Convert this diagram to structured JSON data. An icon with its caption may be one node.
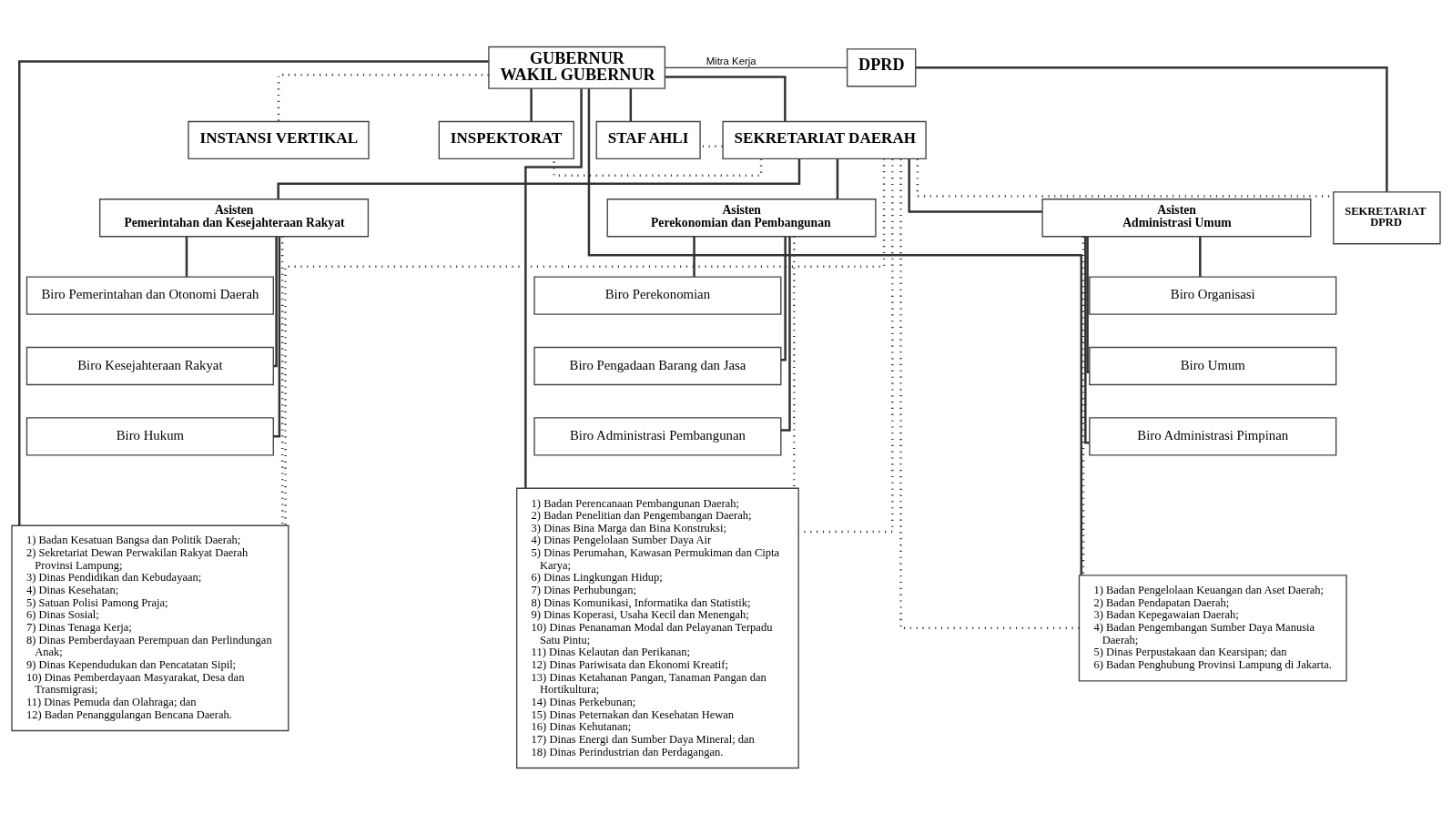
{
  "diagram": {
    "nodes": [
      {
        "text": [
          "GUBERNUR",
          "WAKIL GUBERNUR"
        ]
      },
      {
        "text": [
          "DPRD"
        ]
      },
      {
        "text": [
          "INSTANSI VERTIKAL"
        ]
      },
      {
        "text": [
          "INSPEKTORAT"
        ]
      },
      {
        "text": [
          "STAF AHLI"
        ]
      },
      {
        "text": [
          "SEKRETARIAT DAERAH"
        ]
      },
      {
        "text": [
          "SEKRETARIAT DPRD"
        ]
      },
      {
        "text": [
          "Asisten Pemerintahan dan Kesejahteraan Rakyat"
        ]
      },
      {
        "text": [
          "Biro Pemerintahan dan Otonomi Daerah"
        ]
      },
      {
        "text": [
          "Biro Kesejahteraan Rakyat"
        ]
      },
      {
        "text": [
          "Biro Hukum"
        ]
      },
      {
        "text": [
          "Asisten Perekonomian dan Pembangunan"
        ]
      },
      {
        "text": [
          "Biro Perekonomian"
        ]
      },
      {
        "text": [
          "Biro Pengadaan Barang dan Jasa"
        ]
      },
      {
        "text": [
          "Biro Administrasi Pembangunan"
        ]
      },
      {
        "text": [
          "Asisten Administrasi Umum"
        ]
      },
      {
        "text": [
          "Biro Organisasi"
        ]
      },
      {
        "text": [
          "Biro Umum"
        ]
      },
      {
        "text": [
          "Biro Administrasi Pimpinan"
        ]
      },
      {
        "text": [
          "1) Badan Kesatuan Bangsa dan Politik Daerah;",
          "2) Sekretariat Dewan Perwakilan Rakyat Daerah Provinsi Lampung;",
          "3) Dinas Pendidikan dan Kebudayaan;",
          "4) Dinas Kesehatan;",
          "5) Satuan Polisi Pamong Praja;",
          "6) Dinas Sosial;",
          "7) Dinas Tenaga Kerja;",
          "8) Dinas Pemberdayaan Perempuan dan Perlindungan Anak;",
          "9) Dinas Kependudukan dan Pencatatan Sipil;",
          "10) Dinas Pemberdayaan Masyarakat, Desa dan Transmigrasi;",
          "11) Dinas Pemuda dan Olahraga; dan",
          "12) Badan Penanggulangan Bencana Daerah."
        ]
      },
      {
        "text": [
          "1) Badan Perencanaan Pembangunan Daerah;",
          "2) Badan Penelitian dan Pengembangan Daerah;",
          "3) Dinas Bina Marga dan Bina Konstruksi;",
          "4) Dinas Pengelolaan Sumber Daya Air",
          "5) Dinas Perumahan, Kawasan Permukiman dan Cipta Karya;",
          "6) Dinas Lingkungan Hidup;",
          "7) Dinas Perhubungan;",
          "8) Dinas Komunikasi, Informatika dan Statistik;",
          "9) Dinas Koperasi, Usaha Kecil dan Menengah;",
          "10) Dinas Penanaman Modal dan Pelayanan Terpadu Satu Pintu;",
          "11) Dinas Kelautan dan Perikanan;",
          "12) Dinas Pariwisata dan Ekonomi Kreatif;",
          "13) Dinas Ketahanan Pangan, Tanaman Pangan dan Hortikultura;",
          "14) Dinas Perkebunan;",
          "15) Dinas Peternakan dan Kesehatan Hewan",
          "16) Dinas Kehutanan;",
          "17) Dinas Energi dan Sumber Daya Mineral; dan",
          "18) Dinas Perindustrian dan Perdagangan."
        ]
      },
      {
        "text": [
          "1) Badan Pengelolaan Keuangan dan Aset Daerah;",
          "2) Badan Pendapatan Daerah;",
          "3) Badan Kepegawaian Daerah;",
          "4) Badan Pengembangan Sumber Daya Manusia Daerah;",
          "5) Dinas Perpustakaan dan Kearsipan; dan",
          "6) Badan Penghubung Provinsi Lampung di Jakarta."
        ]
      }
    ],
    "edges": [
      {
        "from": 0,
        "to": 1,
        "arrow": "none",
        "label": "Mitra Kerja"
      },
      {
        "from": 0,
        "to": 2,
        "arrow": "none",
        "style": "dashed"
      },
      {
        "from": 0,
        "to": 3,
        "arrow": "none"
      },
      {
        "from": 0,
        "to": 4,
        "arrow": "none"
      },
      {
        "from": 0,
        "to": 5,
        "arrow": "none"
      },
      {
        "from": 1,
        "to": 6,
        "arrow": "none"
      },
      {
        "from": 5,
        "to": 6,
        "arrow": "none",
        "style": "dashed"
      },
      {
        "from": 5,
        "to": 3,
        "arrow": "none",
        "style": "dashed"
      },
      {
        "from": 5,
        "to": 4,
        "arrow": "none",
        "style": "dashed"
      },
      {
        "from": 5,
        "to": 7,
        "arrow": "none"
      },
      {
        "from": 5,
        "to": 11,
        "arrow": "none"
      },
      {
        "from": 5,
        "to": 15,
        "arrow": "none"
      },
      {
        "from": 7,
        "to": 8,
        "arrow": "none"
      },
      {
        "from": 7,
        "to": 9,
        "arrow": "none"
      },
      {
        "from": 7,
        "to": 10,
        "arrow": "none"
      },
      {
        "from": 11,
        "to": 12,
        "arrow": "none"
      },
      {
        "from": 11,
        "to": 13,
        "arrow": "none"
      },
      {
        "from": 11,
        "to": 14,
        "arrow": "none"
      },
      {
        "from": 15,
        "to": 16,
        "arrow": "none"
      },
      {
        "from": 15,
        "to": 17,
        "arrow": "none"
      },
      {
        "from": 15,
        "to": 18,
        "arrow": "none"
      },
      {
        "from": 0,
        "to": 19,
        "arrow": "none"
      },
      {
        "from": 0,
        "to": 20,
        "arrow": "none"
      },
      {
        "from": 0,
        "to": 21,
        "arrow": "none"
      },
      {
        "from": 5,
        "to": 19,
        "arrow": "none",
        "style": "dashed"
      },
      {
        "from": 5,
        "to": 20,
        "arrow": "none",
        "style": "dashed"
      },
      {
        "from": 5,
        "to": 21,
        "arrow": "none",
        "style": "dashed"
      },
      {
        "from": 7,
        "to": 19,
        "arrow": "none",
        "style": "dashed"
      },
      {
        "from": 11,
        "to": 20,
        "arrow": "none",
        "style": "dashed"
      },
      {
        "from": 15,
        "to": 21,
        "arrow": "none",
        "style": "dashed"
      }
    ]
  }
}
